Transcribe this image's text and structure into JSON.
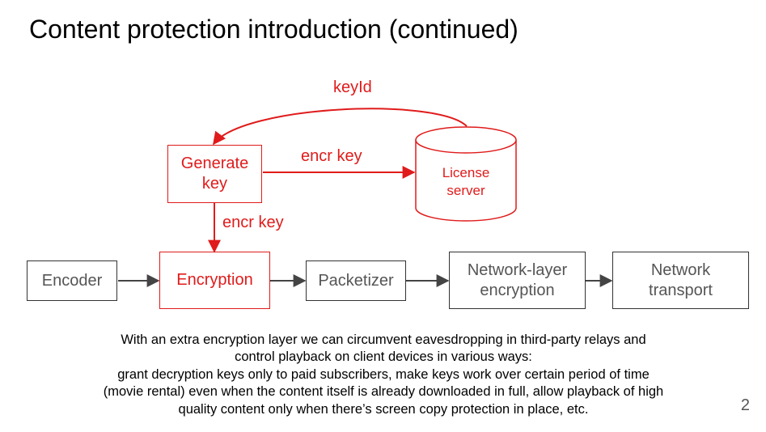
{
  "slide": {
    "title": "Content protection introduction (continued)",
    "page_number": "2",
    "caption": [
      "With an extra encryption layer we can circumvent eavesdropping in third-party relays and",
      "control playback on client devices in various ways:",
      "grant decryption keys only to paid subscribers, make keys work over certain period of time",
      "(movie rental) even when the content itself is already downloaded in full, allow playback of high",
      "quality content only when there’s screen copy protection in place, etc."
    ]
  },
  "diagram": {
    "colors": {
      "accent": "#e01b1b",
      "neutral_border": "#333333",
      "neutral_text": "#555555"
    },
    "nodes": {
      "generate_key": "Generate\nkey",
      "license_server": "License\nserver",
      "encoder": "Encoder",
      "encryption": "Encryption",
      "packetizer": "Packetizer",
      "network_layer_encryption": "Network-layer\nencryption",
      "network_transport": "Network\ntransport"
    },
    "edge_labels": {
      "keyid": "keyId",
      "encr_key_to_server": "encr key",
      "encr_key_to_encryption": "encr key"
    }
  }
}
